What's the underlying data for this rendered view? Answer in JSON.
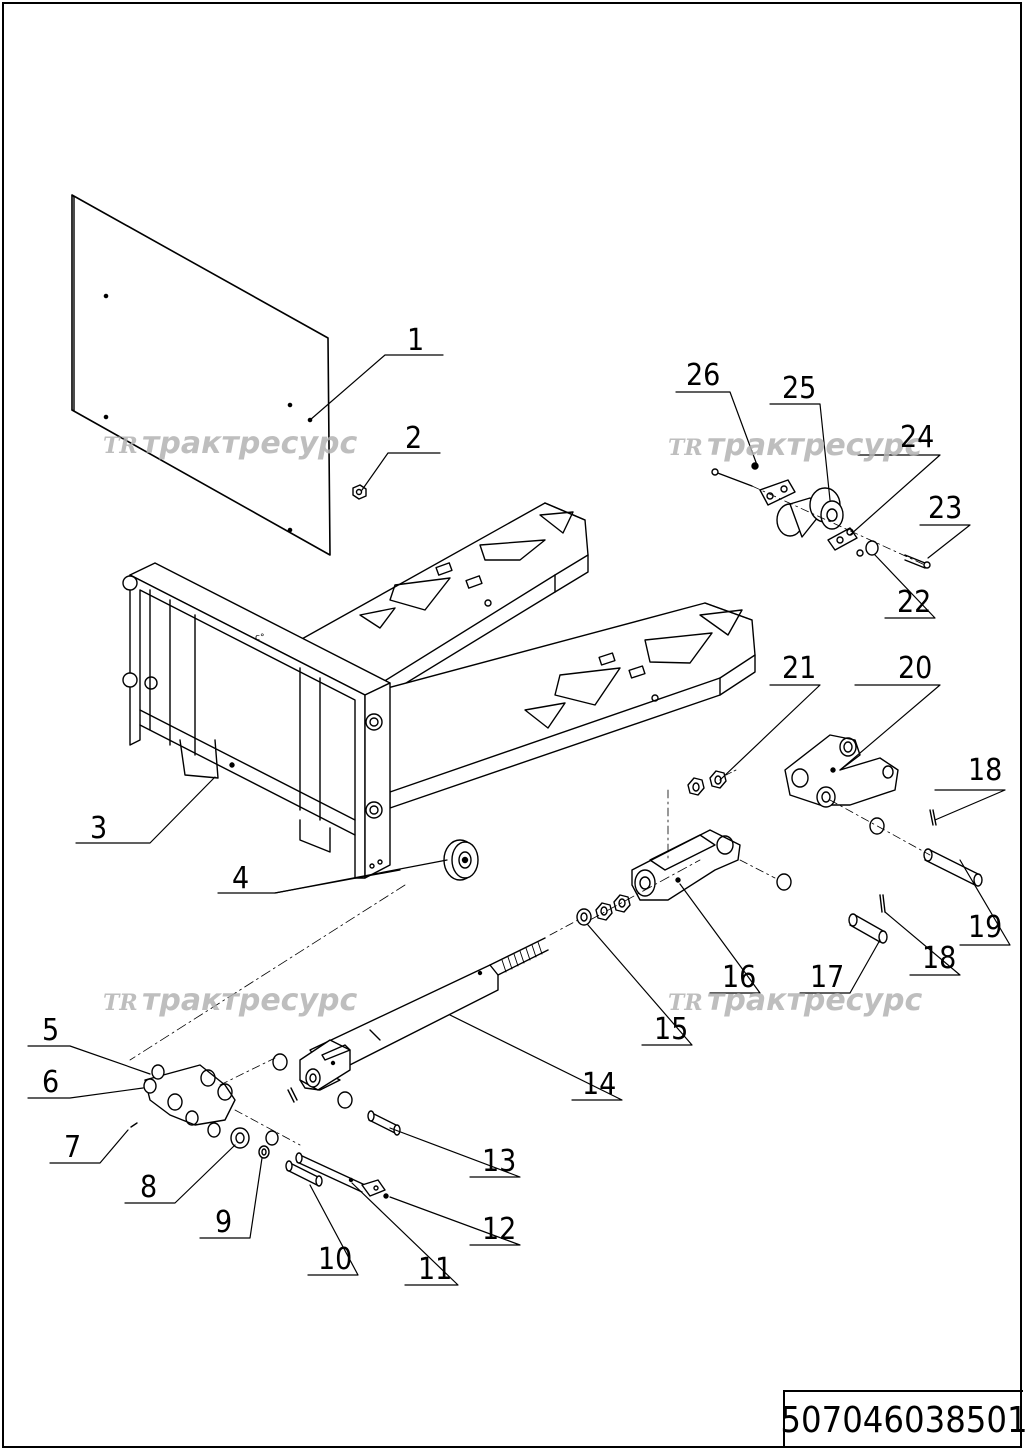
{
  "drawing": {
    "document_number": "507046038501",
    "watermark_text": "трактресурс",
    "watermark_logo": "TR",
    "callouts": [
      "1",
      "2",
      "3",
      "4",
      "5",
      "6",
      "7",
      "8",
      "9",
      "10",
      "11",
      "12",
      "13",
      "14",
      "15",
      "16",
      "17",
      "18",
      "18",
      "19",
      "20",
      "21",
      "22",
      "23",
      "24",
      "25",
      "26"
    ]
  }
}
